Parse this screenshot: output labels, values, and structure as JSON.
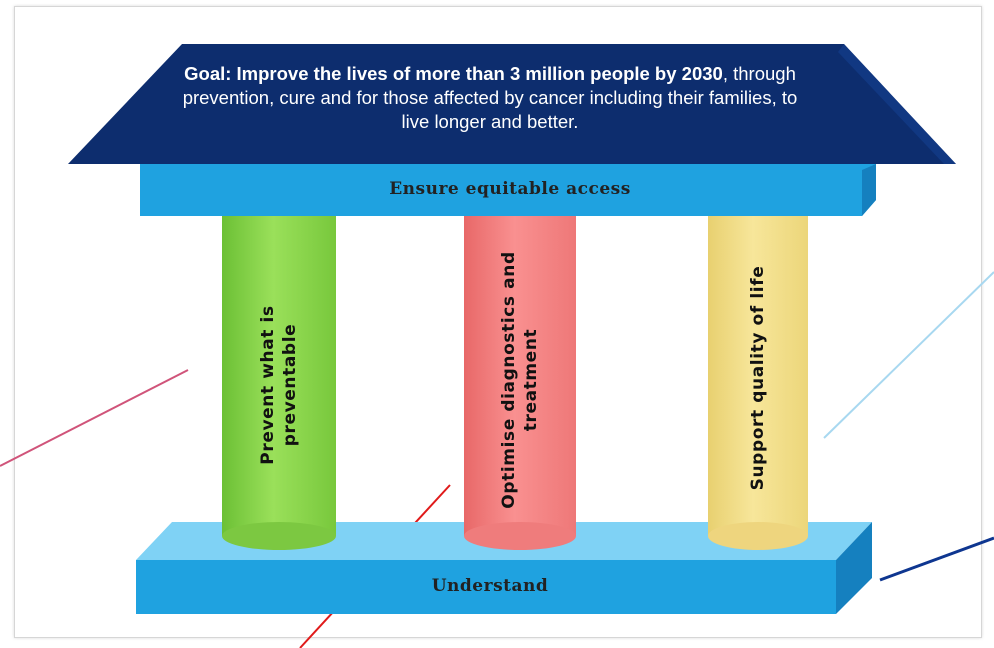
{
  "roof": {
    "goal_bold": "Goal: Improve the lives of more than 3 million people by 2030",
    "goal_rest": ", through prevention, cure and for those affected by cancer including their families, to live longer and better."
  },
  "band": {
    "label": "Ensure equitable access"
  },
  "pillars": [
    {
      "label": "Prevent what is preventable",
      "color": "#8fd84a"
    },
    {
      "label": "Optimise diagnostics and treatment",
      "color": "#f47f7f"
    },
    {
      "label": "Support quality of life",
      "color": "#f1dc84"
    }
  ],
  "base": {
    "label": "Understand"
  },
  "colors": {
    "roof": "#0d2d6e",
    "band": "#1fa2e0",
    "base": "#1fa2e0",
    "pink_line": "#d0547a",
    "red_line": "#e01a1a",
    "lightblue_line": "#a8d8f0",
    "navy_line": "#0e3690"
  }
}
